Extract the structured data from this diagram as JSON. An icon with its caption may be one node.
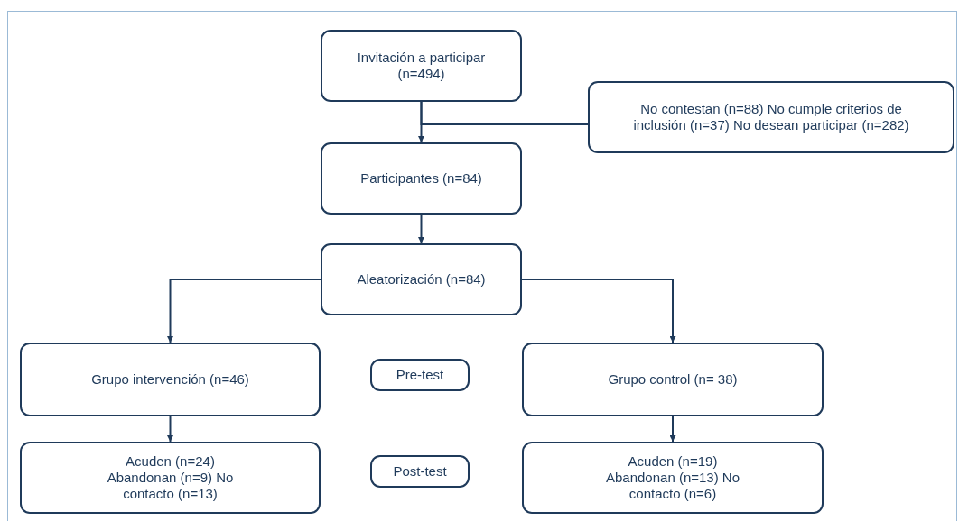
{
  "diagram": {
    "nodes": [
      {
        "text": [
          "Invitación a participar (n=494)"
        ]
      },
      {
        "text": [
          "No contestan (n=88) No cumple criterios de inclusión (n=37) No desean participar (n=282)"
        ]
      },
      {
        "text": [
          "Participantes (n=84)"
        ]
      },
      {
        "text": [
          "Aleatorización (n=84)"
        ]
      },
      {
        "text": [
          "Grupo intervención (n=46)"
        ]
      },
      {
        "text": [
          "Pre-test"
        ]
      },
      {
        "text": [
          "Grupo control (n= 38)"
        ]
      },
      {
        "text": [
          "Acuden (n=24) Abandonan (n=9) No contacto (n=13)"
        ]
      },
      {
        "text": [
          "Post-test"
        ]
      },
      {
        "text": [
          "Acuden (n=19) Abandonan (n=13) No contacto (n=6)"
        ]
      }
    ],
    "edges": [
      {
        "from": 0,
        "to": 2,
        "arrow": "to"
      },
      {
        "from": 0,
        "to": 1,
        "arrow": "none"
      },
      {
        "from": 2,
        "to": 3,
        "arrow": "to"
      },
      {
        "from": 3,
        "to": 4,
        "arrow": "to"
      },
      {
        "from": 3,
        "to": 6,
        "arrow": "to"
      },
      {
        "from": 4,
        "to": 7,
        "arrow": "to"
      },
      {
        "from": 6,
        "to": 9,
        "arrow": "to"
      }
    ]
  }
}
